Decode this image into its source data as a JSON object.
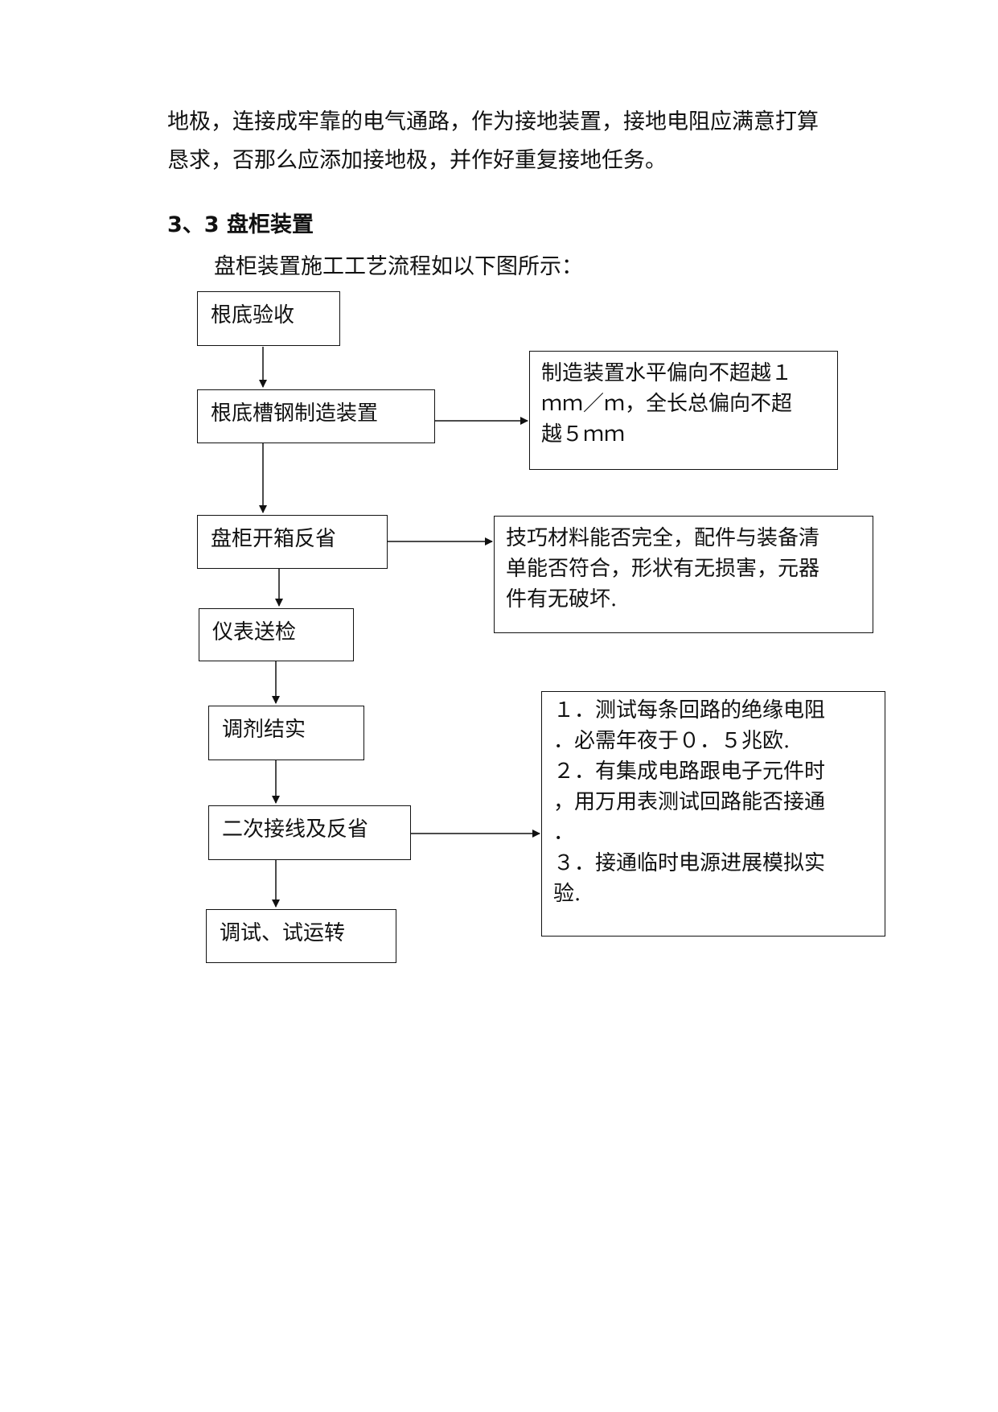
{
  "paragraph": {
    "lines": [
      "地极，连接成牢靠的电气通路，作为接地装置，接地电阻应满意打算",
      "恳求，否那么应添加接地极，并作好重复接地任务。"
    ]
  },
  "section": {
    "heading": "3、3 盘柜装置",
    "intro": "盘柜装置施工工艺流程如以下图所示："
  },
  "flowchart": {
    "steps": [
      "根底验收",
      "根底槽钢制造装置",
      "盘柜开箱反省",
      "仪表送检",
      "调剂结实",
      "二次接线及反省",
      "调试、试运转"
    ],
    "notes": {
      "foundation": [
        "制造装置水平偏向不超越１",
        "ｍｍ／ｍ，全长总偏向不超",
        "越５ｍｍ"
      ],
      "unpacking": [
        "技巧材料能否完全，配件与装备清",
        "单能否符合，形状有无损害，元器",
        "件有无破坏."
      ],
      "wiring": [
        "１．测试每条回路的绝缘电阻",
        "．必需年夜于０．５兆欧.",
        "２．有集成电路跟电子元件时",
        "，用万用表测试回路能否接通",
        "．",
        "３．接通临时电源进展模拟实",
        "验."
      ]
    }
  }
}
